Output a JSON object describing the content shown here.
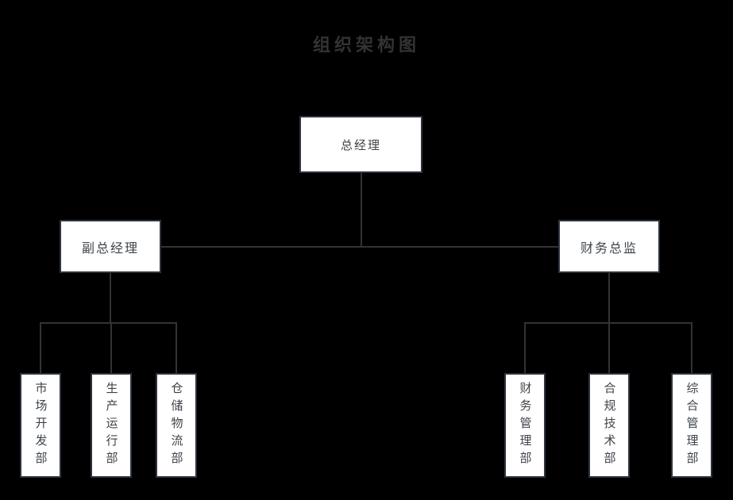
{
  "title": "组织架构图",
  "colors": {
    "background": "#000000",
    "node_fill": "#ffffff",
    "node_border": "#2c343e",
    "node_text": "#3e444b",
    "connector": "#333333",
    "title_text": "#333333"
  },
  "tree": {
    "label": "总经理",
    "children": [
      {
        "label": "副总经理",
        "children": [
          {
            "label": "市场开发部"
          },
          {
            "label": "生产运行部"
          },
          {
            "label": "仓储物流部"
          }
        ]
      },
      {
        "label": "财务总监",
        "children": [
          {
            "label": "财务管理部"
          },
          {
            "label": "合规技术部"
          },
          {
            "label": "综合管理部"
          }
        ]
      }
    ]
  }
}
